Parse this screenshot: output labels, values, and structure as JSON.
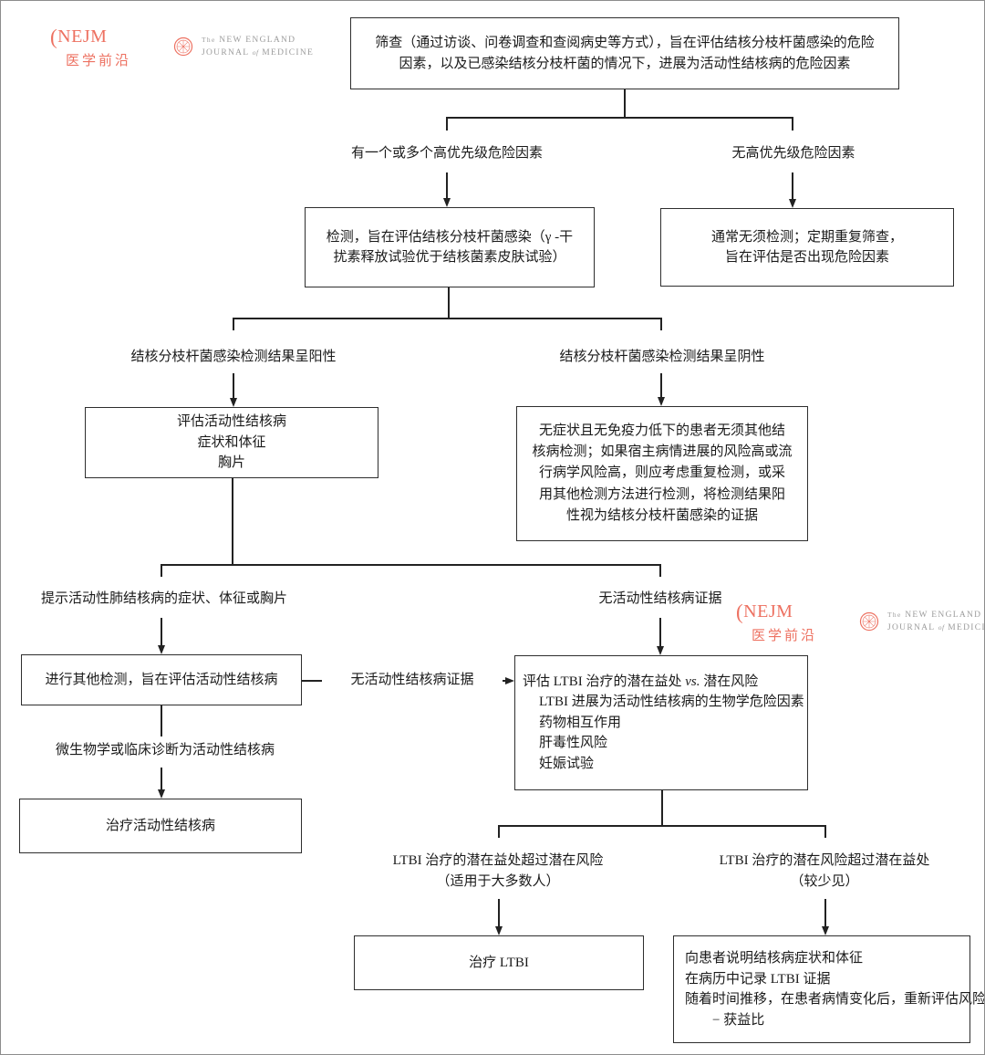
{
  "logo": {
    "paren": "(",
    "nejm": "NEJM",
    "brand_cn": "医学前沿",
    "journal": {
      "the": "The",
      "new_england": "NEW ENGLAND",
      "journal": "JOURNAL",
      "of": "of",
      "medicine": "MEDICINE"
    },
    "accent_color": "#ed7161",
    "journal_text_color": "#9b9b9b"
  },
  "flowchart": {
    "line_color": "#222222",
    "boxes": {
      "screening": {
        "lines": [
          "筛查（通过访谈、问卷调查和查阅病史等方式），旨在评估结核分枝杆菌感染的危险",
          "因素，以及已感染结核分枝杆菌的情况下，进展为活动性结核病的危险因素"
        ]
      },
      "test": {
        "lines": [
          "检测，旨在评估结核分枝杆菌感染（γ -干",
          "扰素释放试验优于结核菌素皮肤试验）"
        ]
      },
      "no_test": {
        "lines": [
          "通常无须检测；定期重复筛查，",
          "旨在评估是否出现危险因素"
        ]
      },
      "evaluate_active": {
        "lines": [
          "评估活动性结核病",
          "症状和体征",
          "胸片"
        ]
      },
      "negative_followup": {
        "lines": [
          "无症状且无免疫力低下的患者无须其他结",
          "核病检测；如果宿主病情进展的风险高或流",
          "行病学风险高，则应考虑重复检测，或采",
          "用其他检测方法进行检测，将检测结果阳",
          "性视为结核分枝杆菌感染的证据"
        ]
      },
      "other_tests": {
        "text": "进行其他检测，旨在评估活动性结核病"
      },
      "ltbi_assess": {
        "title_pre": "评估 LTBI 治疗的潜在益处 ",
        "title_vs": "vs.",
        "title_post": " 潜在风险",
        "items": [
          "LTBI 进展为活动性结核病的生物学危险因素",
          "药物相互作用",
          "肝毒性风险",
          "妊娠试验"
        ]
      },
      "treat_active": {
        "text": "治疗活动性结核病"
      },
      "treat_ltbi": {
        "text": "治疗 LTBI"
      },
      "counsel": {
        "items": [
          "向患者说明结核病症状和体征",
          "在病历中记录 LTBI 证据",
          "随着时间推移，在患者病情变化后，重新评估风险 − 获益比"
        ]
      }
    },
    "labels": {
      "high_priority": "有一个或多个高优先级危险因素",
      "no_high_priority": "无高优先级危险因素",
      "test_positive": "结核分枝杆菌感染检测结果呈阳性",
      "test_negative": "结核分枝杆菌感染检测结果呈阴性",
      "suggestive_findings": "提示活动性肺结核病的症状、体征或胸片",
      "no_active_tb_left": "无活动性结核病证据",
      "no_active_tb_arrow": "无活动性结核病证据",
      "clinical_dx": "微生物学或临床诊断为活动性结核病",
      "benefit_exceeds": {
        "lines": [
          "LTBI 治疗的潜在益处超过潜在风险",
          "（适用于大多数人）"
        ]
      },
      "risk_exceeds": {
        "lines": [
          "LTBI 治疗的潜在风险超过潜在益处",
          "（较少见）"
        ]
      }
    }
  }
}
